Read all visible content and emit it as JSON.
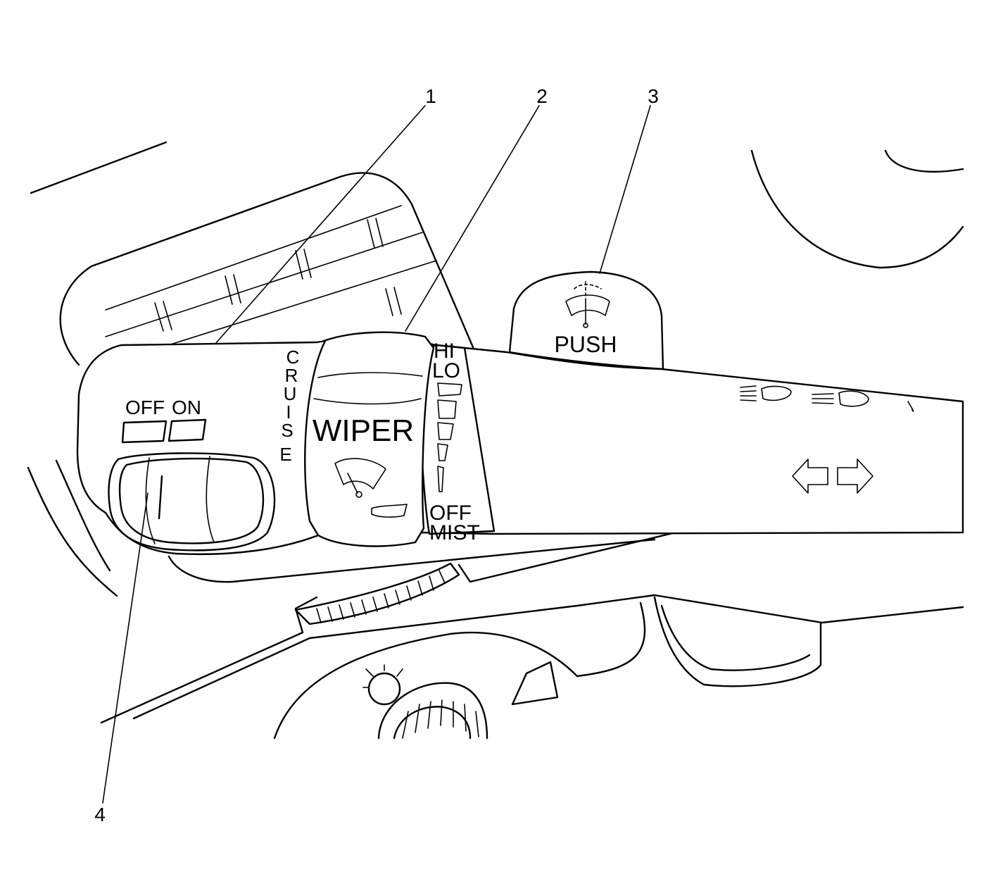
{
  "callouts": {
    "c1": "1",
    "c2": "2",
    "c3": "3",
    "c4": "4"
  },
  "labels": {
    "off": "OFF",
    "on": "ON",
    "cruise": [
      "C",
      "R",
      "U",
      "I",
      "S",
      "E"
    ],
    "wiper": "WIPER",
    "push": "PUSH",
    "hi": "HI",
    "lo": "LO",
    "off_mode": "OFF",
    "mist": "MIST"
  },
  "icons": {
    "wiper": "wiper-icon",
    "washer": "washer-spray-icon",
    "high_beam": "high-beam-icon",
    "turn_arrows": "turn-signal-arrows-icon"
  }
}
